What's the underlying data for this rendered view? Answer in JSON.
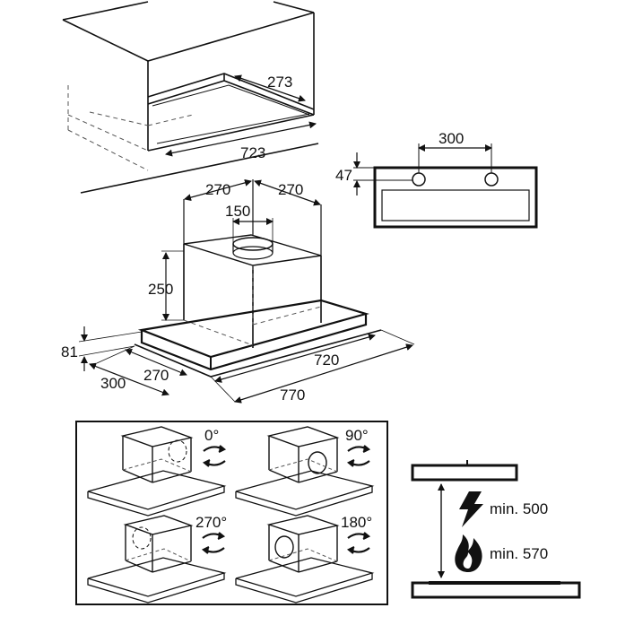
{
  "cabinet": {
    "depth": "273",
    "width": "723"
  },
  "side_view": {
    "spacing": "300",
    "height": "47"
  },
  "hood": {
    "left_offset": "270",
    "right_offset": "270",
    "duct": "150",
    "height": "250",
    "panel_height": "81",
    "depth": "300",
    "inner_depth": "270",
    "width": "720",
    "total_width": "770"
  },
  "rotation": {
    "options": [
      {
        "angle": "0°"
      },
      {
        "angle": "90°"
      },
      {
        "angle": "270°"
      },
      {
        "angle": "180°"
      }
    ]
  },
  "clearance": {
    "electric": {
      "label": "min. 500",
      "icon": "lightning-icon"
    },
    "gas": {
      "label": "min. 570",
      "icon": "flame-icon"
    }
  },
  "colors": {
    "line": "#111111",
    "dash": "#555555",
    "background": "#ffffff"
  }
}
